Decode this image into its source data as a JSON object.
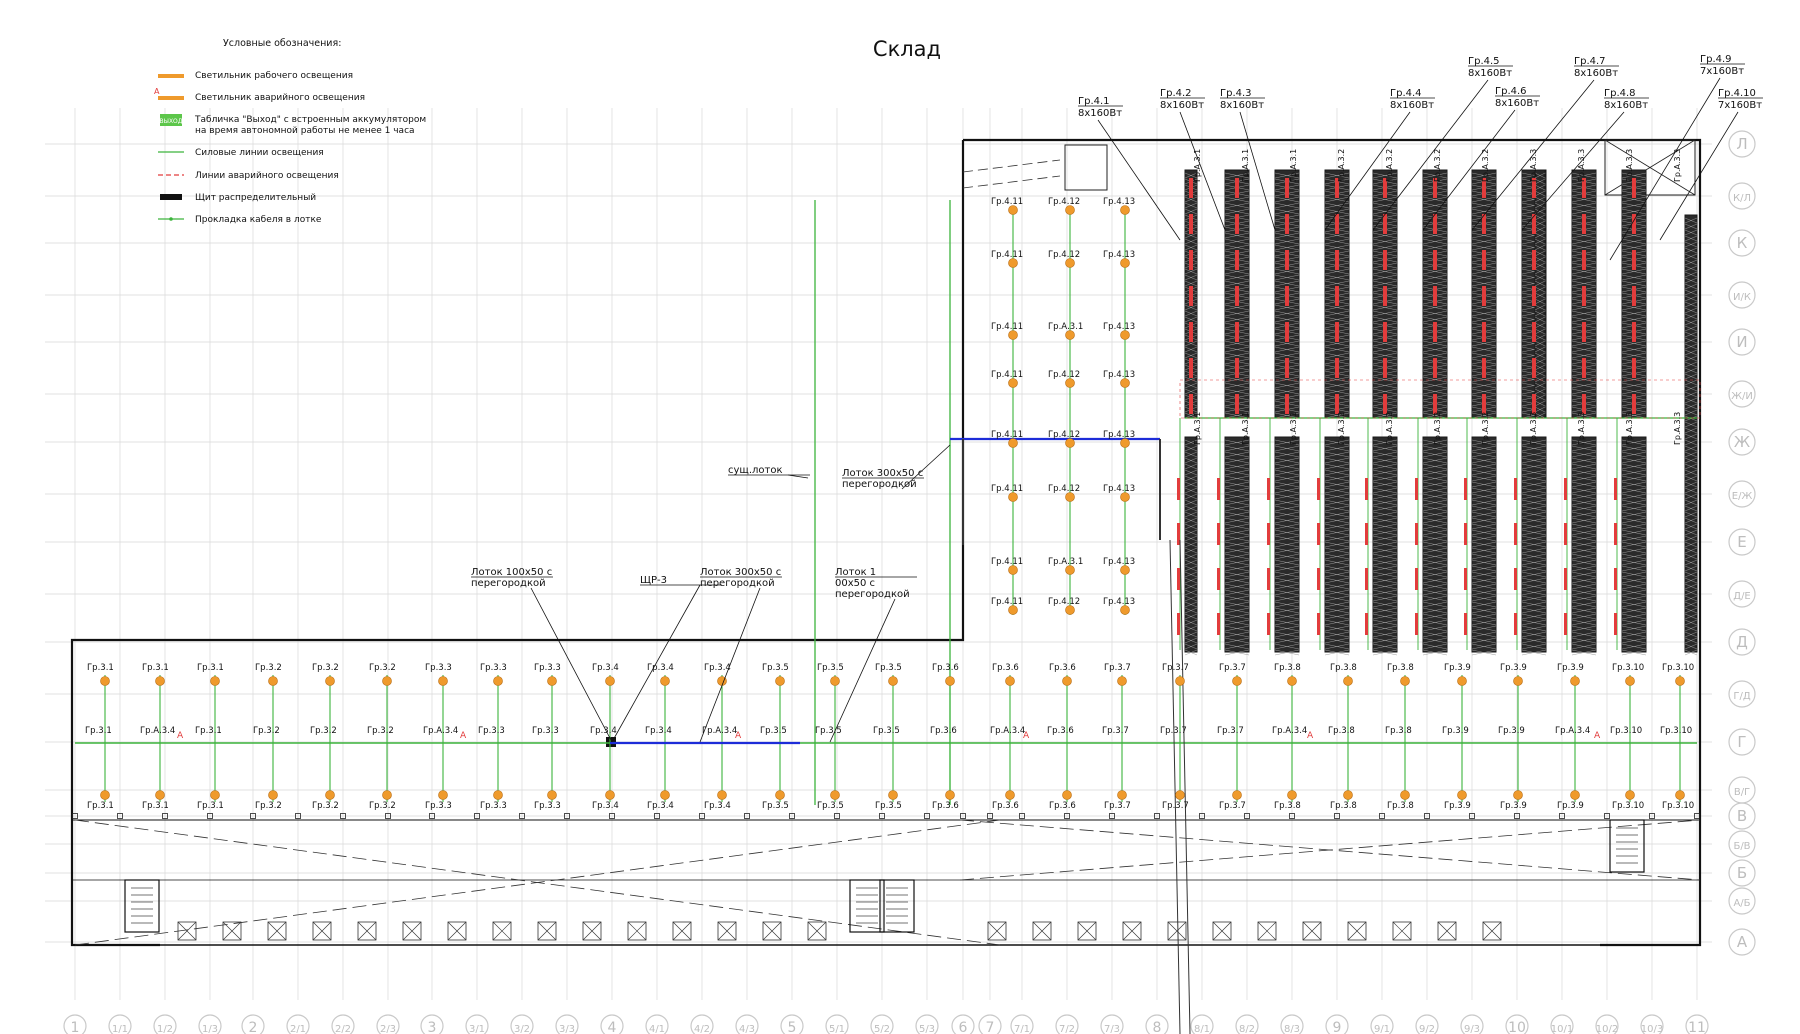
{
  "title": "Склад",
  "legend": {
    "heading": "Условные обозначения:",
    "items": [
      {
        "key": "work-light",
        "text": "Светильник рабочего освещения"
      },
      {
        "key": "emergency-light",
        "text": "Светильник аварийного освещения"
      },
      {
        "key": "exit-sign",
        "text": "Табличка \"Выход\" с встроенным аккумулятором",
        "text2": "на время автономной работы не менее 1 часа",
        "sign_text": "ВЫХОД"
      },
      {
        "key": "power-line",
        "text": "Силовые линии освещения"
      },
      {
        "key": "emergency-line",
        "text": "Линии аварийного освещения"
      },
      {
        "key": "panel",
        "text": "Щит распределительный"
      },
      {
        "key": "tray",
        "text": "Прокладка кабеля в лотке"
      }
    ]
  },
  "colors": {
    "grid": "#d8d8d8",
    "wall": "#111111",
    "green": "#3cb43c",
    "blue": "#1d2cd8",
    "red": "#e23c3c",
    "orange": "#ef9a2c",
    "rack": "#1a1a1a",
    "axis": "#c9c9c9",
    "text": "#111111"
  },
  "axes": {
    "columns": [
      "1",
      "1/1",
      "1/2",
      "1/3",
      "2",
      "2/1",
      "2/2",
      "2/3",
      "3",
      "3/1",
      "3/2",
      "3/3",
      "4",
      "4/1",
      "4/2",
      "4/3",
      "5",
      "5/1",
      "5/2",
      "5/3",
      "6",
      "7",
      "7/1",
      "7/2",
      "7/3",
      "8",
      "8/1",
      "8/2",
      "8/3",
      "9",
      "9/1",
      "9/2",
      "9/3",
      "10",
      "10/1",
      "10/2",
      "10/3",
      "11"
    ],
    "rows": [
      "Л",
      "К/Л",
      "К",
      "И/К",
      "И",
      "Ж/И",
      "Ж",
      "Е/Ж",
      "Е",
      "Д/Е",
      "Д",
      "Г/Д",
      "Г",
      "В/Г",
      "В",
      "Б/В",
      "Б",
      "А/Б",
      "А"
    ]
  },
  "top_groups": [
    {
      "name": "Гр.4.1",
      "spec": "8x160Вт"
    },
    {
      "name": "Гр.4.2",
      "spec": "8x160Вт"
    },
    {
      "name": "Гр.4.3",
      "spec": "8x160Вт"
    },
    {
      "name": "Гр.4.4",
      "spec": "8x160Вт"
    },
    {
      "name": "Гр.4.5",
      "spec": "8x160Вт"
    },
    {
      "name": "Гр.4.6",
      "spec": "8x160Вт"
    },
    {
      "name": "Гр.4.7",
      "spec": "8x160Вт"
    },
    {
      "name": "Гр.4.8",
      "spec": "8x160Вт"
    },
    {
      "name": "Гр.4.9",
      "spec": "7x160Вт"
    },
    {
      "name": "Гр.4.10",
      "spec": "7x160Вт"
    }
  ],
  "callouts": [
    {
      "key": "existing-tray",
      "lines": [
        "сущ.лоток"
      ]
    },
    {
      "key": "tray-300-upper",
      "lines": [
        "Лоток 300х50 с",
        "перегородкой"
      ]
    },
    {
      "key": "tray-100",
      "lines": [
        "Лоток 100х50 с",
        "перегородкой"
      ]
    },
    {
      "key": "panel-shr3",
      "lines": [
        "ЩР-3"
      ]
    },
    {
      "key": "tray-300-lower",
      "lines": [
        "Лоток 300х50 с",
        "перегородкой"
      ]
    },
    {
      "key": "tray-1",
      "lines": [
        "Лоток 1",
        "00х50 с",
        "перегородкой"
      ]
    }
  ],
  "lower_top_labels": [
    "Гр.3.1",
    "Гр.3.1",
    "Гр.3.1",
    "Гр.3.2",
    "Гр.3.2",
    "Гр.3.2",
    "Гр.3.3",
    "Гр.3.3",
    "Гр.3.3",
    "Гр.3.4",
    "Гр.3.4",
    "Гр.3.4",
    "Гр.3.5",
    "Гр.3.5",
    "Гр.3.5",
    "Гр.3.6",
    "Гр.3.6",
    "Гр.3.6",
    "Гр.3.7",
    "Гр.3.7",
    "Гр.3.7",
    "Гр.3.8",
    "Гр.3.8",
    "Гр.3.8",
    "Гр.3.9",
    "Гр.3.9",
    "Гр.3.9",
    "Гр.3.10",
    "Гр.3.10"
  ],
  "lower_mid_labels": [
    "Гр.3.1",
    "Гр.А.3.4",
    "Гр.3.1",
    "Гр.3.2",
    "Гр.3.2",
    "Гр.3.2",
    "Гр.А.3.4",
    "Гр.3.3",
    "Гр.3.3",
    "Гр.3.4",
    "Гр.3.4",
    "Гр.А.3.4",
    "Гр.3.5",
    "Гр.3.5",
    "Гр.3.5",
    "Гр.3.6",
    "Гр.А.3.4",
    "Гр.3.6",
    "Гр.3.7",
    "Гр.3.7",
    "Гр.3.7",
    "Гр.А.3.4",
    "Гр.3.8",
    "Гр.3.8",
    "Гр.3.9",
    "Гр.3.9",
    "Гр.А.3.4",
    "Гр.3.10",
    "Гр.3.10"
  ],
  "lower_bot_labels": [
    "Гр.3.1",
    "Гр.3.1",
    "Гр.3.1",
    "Гр.3.2",
    "Гр.3.2",
    "Гр.3.2",
    "Гр.3.3",
    "Гр.3.3",
    "Гр.3.3",
    "Гр.3.4",
    "Гр.3.4",
    "Гр.3.4",
    "Гр.3.5",
    "Гр.3.5",
    "Гр.3.5",
    "Гр.3.6",
    "Гр.3.6",
    "Гр.3.6",
    "Гр.3.7",
    "Гр.3.7",
    "Гр.3.7",
    "Гр.3.8",
    "Гр.3.8",
    "Гр.3.8",
    "Гр.3.9",
    "Гр.3.9",
    "Гр.3.9",
    "Гр.3.10",
    "Гр.3.10"
  ],
  "upper_light_labels": [
    [
      "Гр.4.11",
      "Гр.4.12",
      "Гр.4.13"
    ],
    [
      "Гр.4.11",
      "Гр.4.12",
      "Гр.4.13"
    ],
    [
      "Гр.4.11",
      "Гр.А.3.1",
      "Гр.4.13"
    ],
    [
      "Гр.4.11",
      "Гр.4.12",
      "Гр.4.13"
    ],
    [
      "Гр.4.11",
      "Гр.4.12",
      "Гр.4.13"
    ],
    [
      "Гр.4.11",
      "Гр.4.12",
      "Гр.4.13"
    ],
    [
      "Гр.4.11",
      "Гр.А.3.1",
      "Гр.4.13"
    ],
    [
      "Гр.4.11",
      "Гр.4.12",
      "Гр.4.13"
    ]
  ],
  "rack_labels": [
    "Гр.А.3.1",
    "Гр.А.3.1",
    "Гр.А.3.1",
    "Гр.А.3.2",
    "Гр.А.3.2",
    "Гр.А.3.2",
    "Гр.А.3.2",
    "Гр.А.3.3",
    "Гр.А.3.3",
    "Гр.А.3.3",
    "Гр.А.3.3"
  ],
  "emergency_mark": "А"
}
